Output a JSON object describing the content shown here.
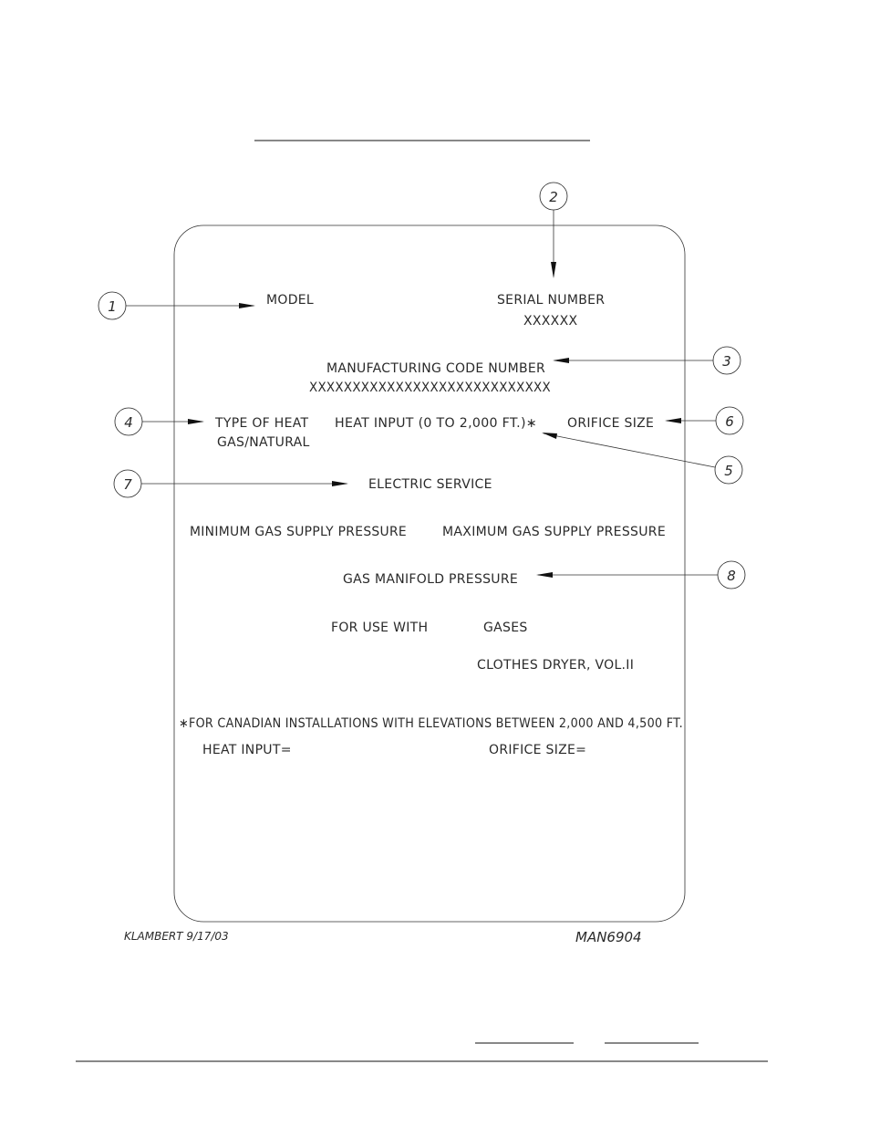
{
  "plate": {
    "model_label": "MODEL",
    "serial_label": "SERIAL NUMBER",
    "serial_value": "XXXXXX",
    "mfg_code_label": "MANUFACTURING CODE NUMBER",
    "mfg_code_value": "XXXXXXXXXXXXXXXXXXXXXXXXXXXX",
    "type_of_heat_label": "TYPE OF HEAT",
    "type_of_heat_value": "GAS/NATURAL",
    "heat_input_label": "HEAT INPUT (0 TO 2,000 FT.)∗",
    "orifice_size_label": "ORIFICE SIZE",
    "electric_service_label": "ELECTRIC SERVICE",
    "min_gas_label": "MINIMUM GAS SUPPLY PRESSURE",
    "max_gas_label": "MAXIMUM GAS SUPPLY PRESSURE",
    "manifold_label": "GAS MANIFOLD PRESSURE",
    "for_use_with_label": "FOR USE WITH",
    "gases_label": "GASES",
    "product_label": "CLOTHES DRYER, VOL.II",
    "canadian_note": "∗FOR CANADIAN INSTALLATIONS WITH ELEVATIONS BETWEEN 2,000 AND 4,500 FT.",
    "canadian_heat_input_label": "HEAT INPUT=",
    "canadian_orifice_label": "ORIFICE SIZE="
  },
  "callouts": {
    "c1": "1",
    "c2": "2",
    "c3": "3",
    "c4": "4",
    "c5": "5",
    "c6": "6",
    "c7": "7",
    "c8": "8"
  },
  "footer": {
    "drafter": "KLAMBERT 9/17/03",
    "drawing_number": "MAN6904"
  }
}
